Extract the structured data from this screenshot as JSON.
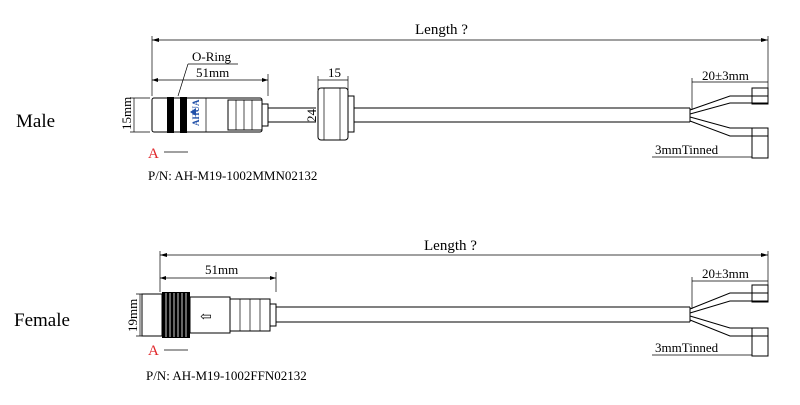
{
  "male": {
    "section_label": "Male",
    "length_label": "Length ?",
    "oring_label": "O-Ring",
    "dim_51": "51mm",
    "dim_15w": "15",
    "dim_15mm": "15mm",
    "dim_24": "24",
    "strip_label": "20±3mm",
    "tinned_label": "3mmTinned",
    "view_marker": "A",
    "part_number": "P/N: AH-M19-1002MMN02132",
    "logo_text": "AHUA"
  },
  "female": {
    "section_label": "Female",
    "length_label": "Length ?",
    "dim_51": "51mm",
    "dim_19mm": "19mm",
    "strip_label": "20±3mm",
    "tinned_label": "3mmTinned",
    "view_marker": "A",
    "part_number": "P/N: AH-M19-1002FFN02132",
    "arrow_glyph": "⇦"
  },
  "colors": {
    "ink": "#000000",
    "marker": "#e0262a",
    "logo": "#1f4fa8"
  }
}
